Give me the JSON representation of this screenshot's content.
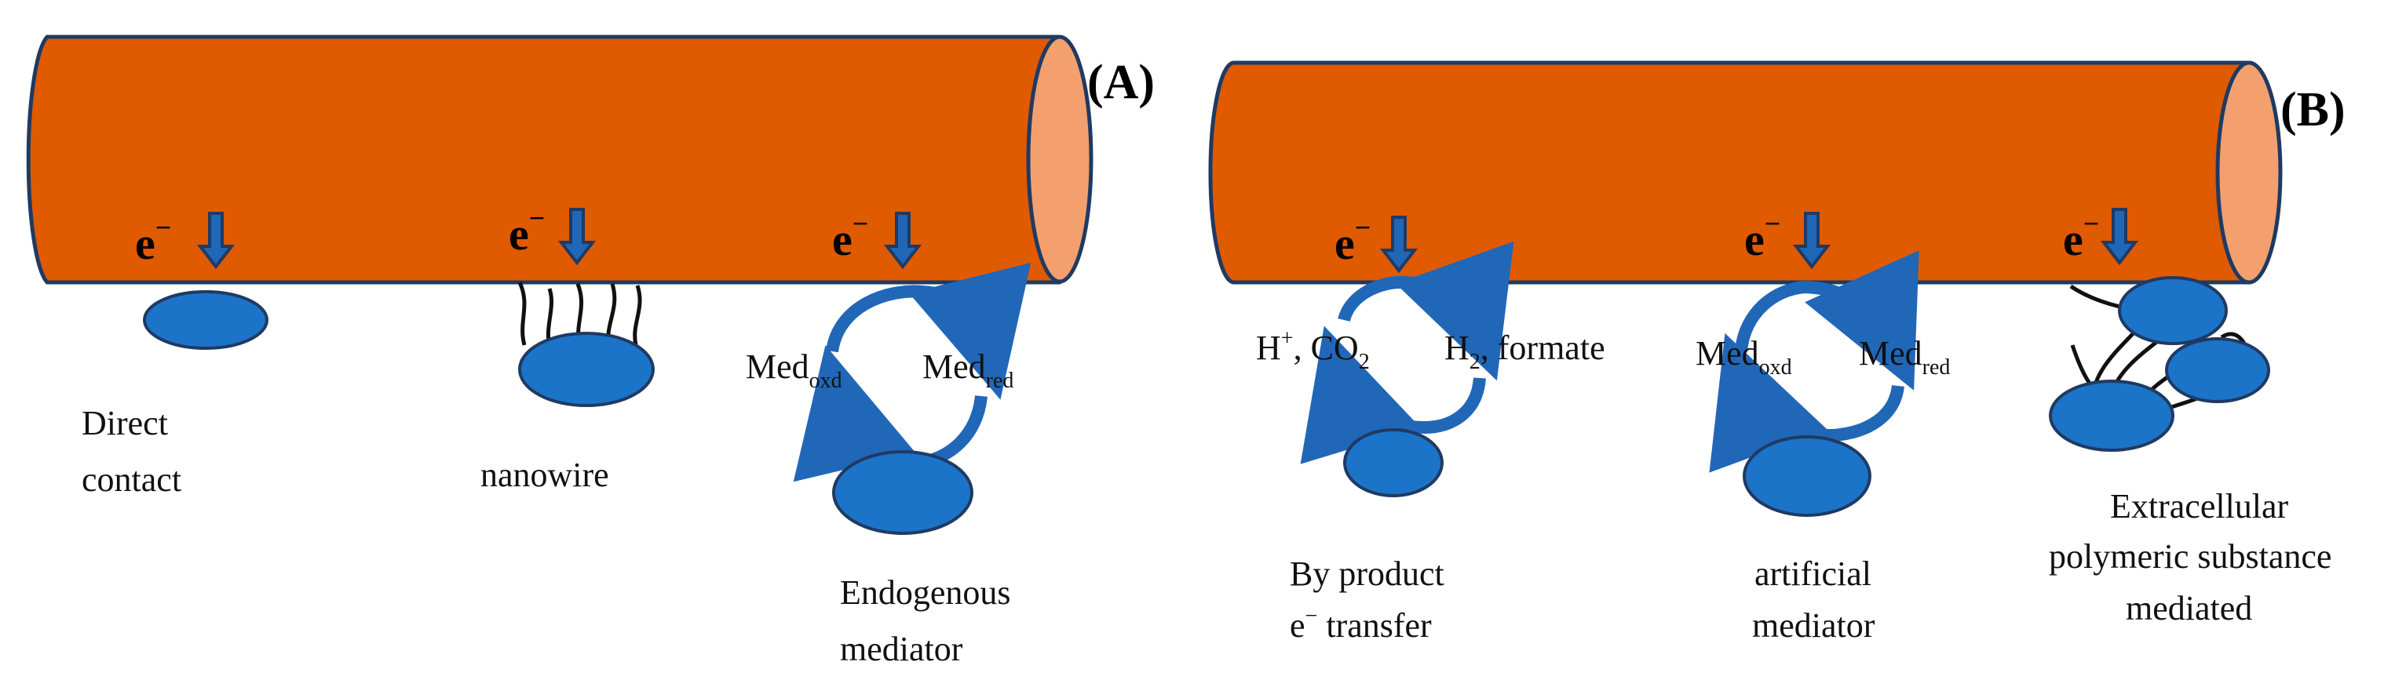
{
  "colors": {
    "electrode": "#E05A00",
    "electrode_end": "#F3A06E",
    "cell": "#1B74C8",
    "outline": "#1F3A63",
    "arrow": "#2067B8"
  },
  "panels": {
    "a": {
      "label": "(A)",
      "electron": "e",
      "electron_sup": "−",
      "mechanisms": {
        "direct": {
          "line1": "Direct",
          "line2": "contact"
        },
        "nanowire": {
          "line1": "nanowire"
        },
        "endogenous": {
          "line1": "Endogenous",
          "line2": "mediator",
          "med_oxd": "Med",
          "med_oxd_sub": "oxd",
          "med_red": "Med",
          "med_red_sub": "red"
        }
      }
    },
    "b": {
      "label": "(B)",
      "electron": "e",
      "electron_sup": "−",
      "mechanisms": {
        "byproduct": {
          "line1": "By product",
          "line2_e": "e",
          "line2_sup": "−",
          "line2_rest": " transfer",
          "left_pre": "H",
          "left_sup": "+",
          "left_mid": ", CO",
          "left_sub": "2",
          "right_pre": "H",
          "right_sub": "2",
          "right_rest": ", formate"
        },
        "artificial": {
          "line1": "artificial",
          "line2": "mediator",
          "med_oxd": "Med",
          "med_oxd_sub": "oxd",
          "med_red": "Med",
          "med_red_sub": "red"
        },
        "eps": {
          "line1": "Extracellular",
          "line2": "polymeric substance",
          "line3": "mediated"
        }
      }
    }
  }
}
